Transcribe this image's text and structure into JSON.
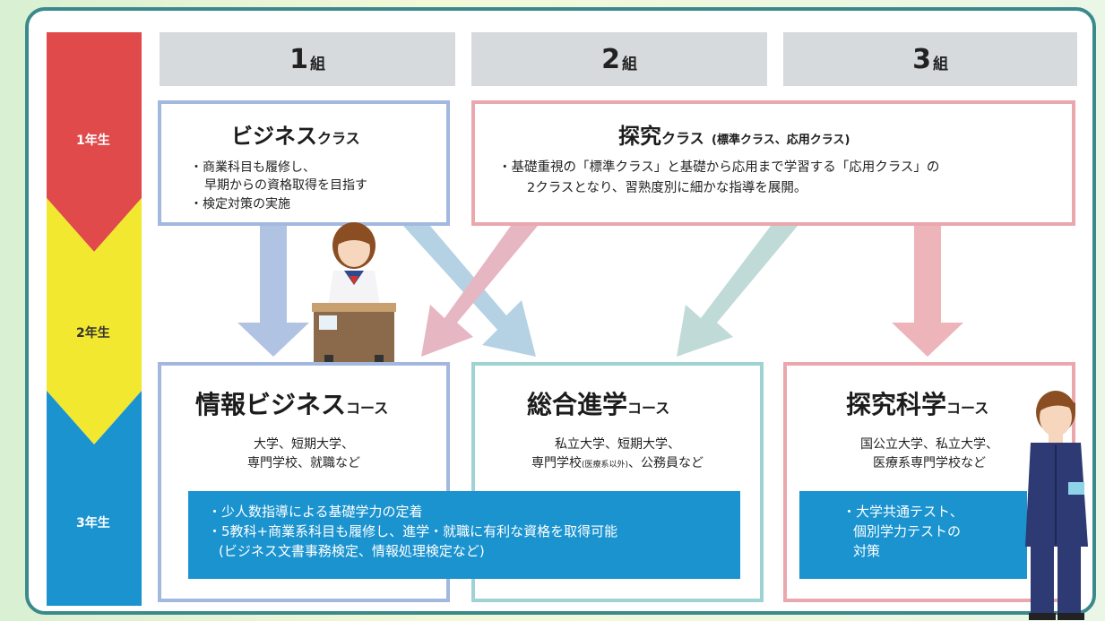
{
  "columns": [
    {
      "num": "1",
      "unit": "組"
    },
    {
      "num": "2",
      "unit": "組"
    },
    {
      "num": "3",
      "unit": "組"
    }
  ],
  "grades": [
    "1年生",
    "2年生",
    "3年生"
  ],
  "colors": {
    "frame": "#3a8a8c",
    "grade1": "#e04a4a",
    "grade2": "#f2e830",
    "grade3": "#1a93cf",
    "blue_border": "#a3b8de",
    "pink_border": "#eaa7ad",
    "teal_border": "#9fd2d2",
    "header_bg": "#d6dadd"
  },
  "business_class": {
    "title": "ビジネス",
    "title_suffix": "クラス",
    "lines": [
      "・商業科目も履修し、",
      "早期からの資格取得を目指す",
      "・検定対策の実施"
    ]
  },
  "inquiry_class": {
    "title": "探究",
    "title_suffix": "クラス",
    "title_note": "(標準クラス、応用クラス)",
    "lines": [
      "・基礎重視の「標準クラス」と基礎から応用まで学習する「応用クラス」の",
      "2クラスとなり、習熟度別に細かな指導を展開。"
    ]
  },
  "courses": [
    {
      "title": "情報ビジネス",
      "suffix": "コース",
      "lines": [
        "大学、短期大学、",
        "専門学校、就職など"
      ]
    },
    {
      "title": "総合進学",
      "suffix": "コース",
      "line1": "私立大学、短期大学、",
      "line2_a": "専門学校",
      "line2_note": "(医療系以外)",
      "line2_b": "、公務員など"
    },
    {
      "title": "探究科学",
      "suffix": "コース",
      "lines": [
        "国公立大学、私立大学、",
        "医療系専門学校など"
      ]
    }
  ],
  "bottom_left_box": [
    "・少人数指導による基礎学力の定着",
    "・5教科+商業系科目も履修し、進学・就職に有利な資格を取得可能",
    "(ビジネス文書事務検定、情報処理検定など)"
  ],
  "bottom_right_box": [
    "・大学共通テスト、",
    "個別学力テストの",
    "対策"
  ]
}
